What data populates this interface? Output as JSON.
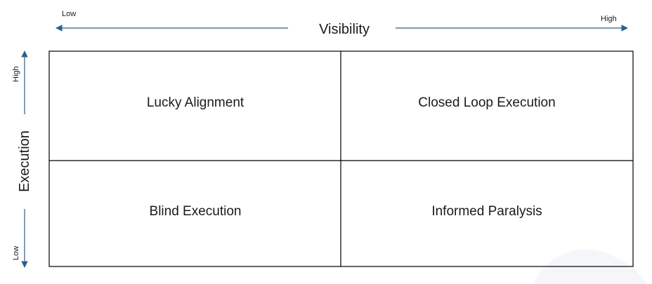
{
  "x_axis": {
    "title": "Visibility",
    "low_label": "Low",
    "high_label": "High"
  },
  "y_axis": {
    "title": "Execution",
    "low_label": "Low",
    "high_label": "High"
  },
  "quadrants": {
    "top_left": "Lucky Alignment",
    "top_right": "Closed Loop Execution",
    "bottom_left": "Blind Execution",
    "bottom_right": "Informed Paralysis"
  },
  "colors": {
    "arrow": "#2e5f8a",
    "grid": "#000000",
    "text": "#1a1a1a",
    "watermark": "#f4f6f9"
  }
}
